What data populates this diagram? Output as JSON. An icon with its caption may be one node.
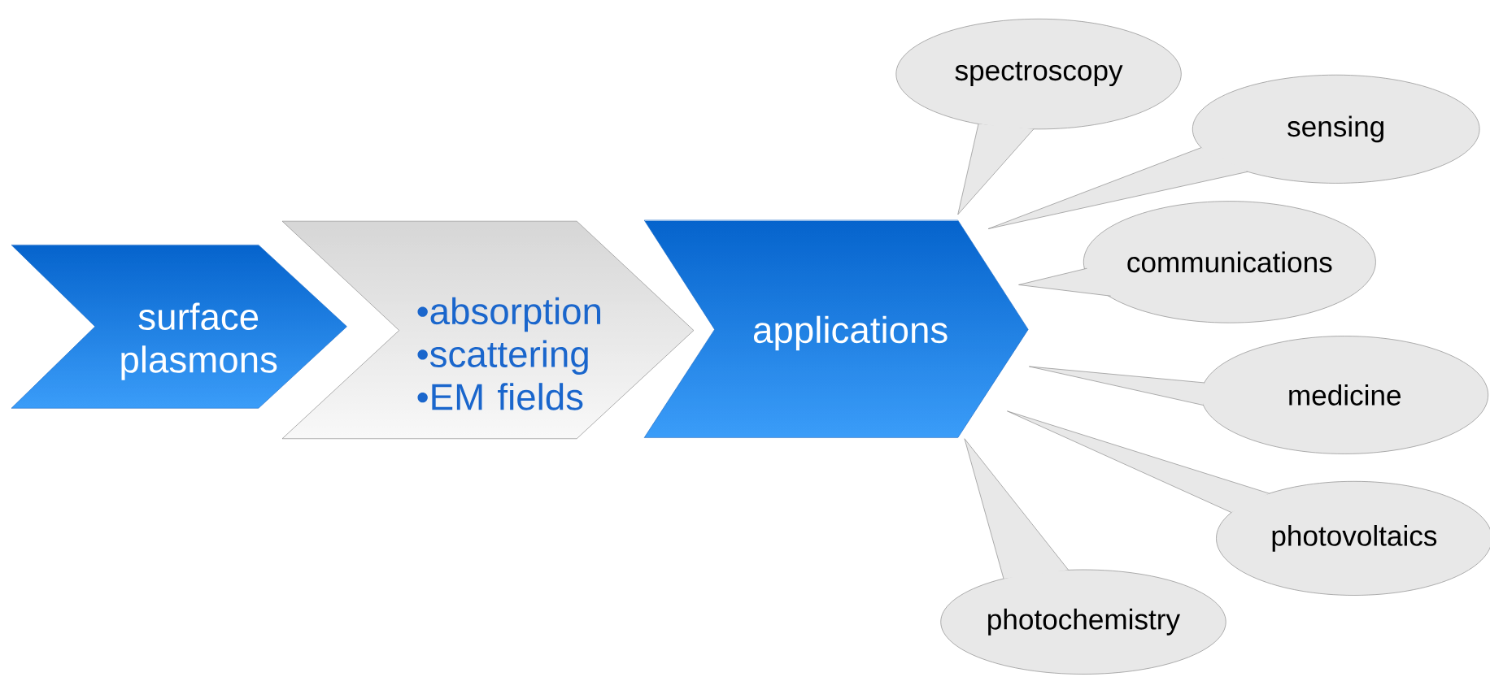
{
  "diagram": {
    "nodes": [
      {
        "text": [
          "surface plasmons"
        ]
      },
      {
        "text": [
          "•absorption",
          "•scattering",
          "•EM fields"
        ]
      },
      {
        "text": [
          "applications"
        ]
      },
      {
        "text": [
          "spectroscopy"
        ]
      },
      {
        "text": [
          "sensing"
        ]
      },
      {
        "text": [
          "communications"
        ]
      },
      {
        "text": [
          "medicine"
        ]
      },
      {
        "text": [
          "photovoltaics"
        ]
      },
      {
        "text": [
          "photochemistry"
        ]
      }
    ],
    "edges": [
      {
        "from": 3,
        "to": 2,
        "arrow": "none"
      },
      {
        "from": 4,
        "to": 2,
        "arrow": "none"
      },
      {
        "from": 5,
        "to": 2,
        "arrow": "none"
      },
      {
        "from": 6,
        "to": 2,
        "arrow": "none"
      },
      {
        "from": 7,
        "to": 2,
        "arrow": "none"
      },
      {
        "from": 8,
        "to": 2,
        "arrow": "none"
      }
    ]
  }
}
